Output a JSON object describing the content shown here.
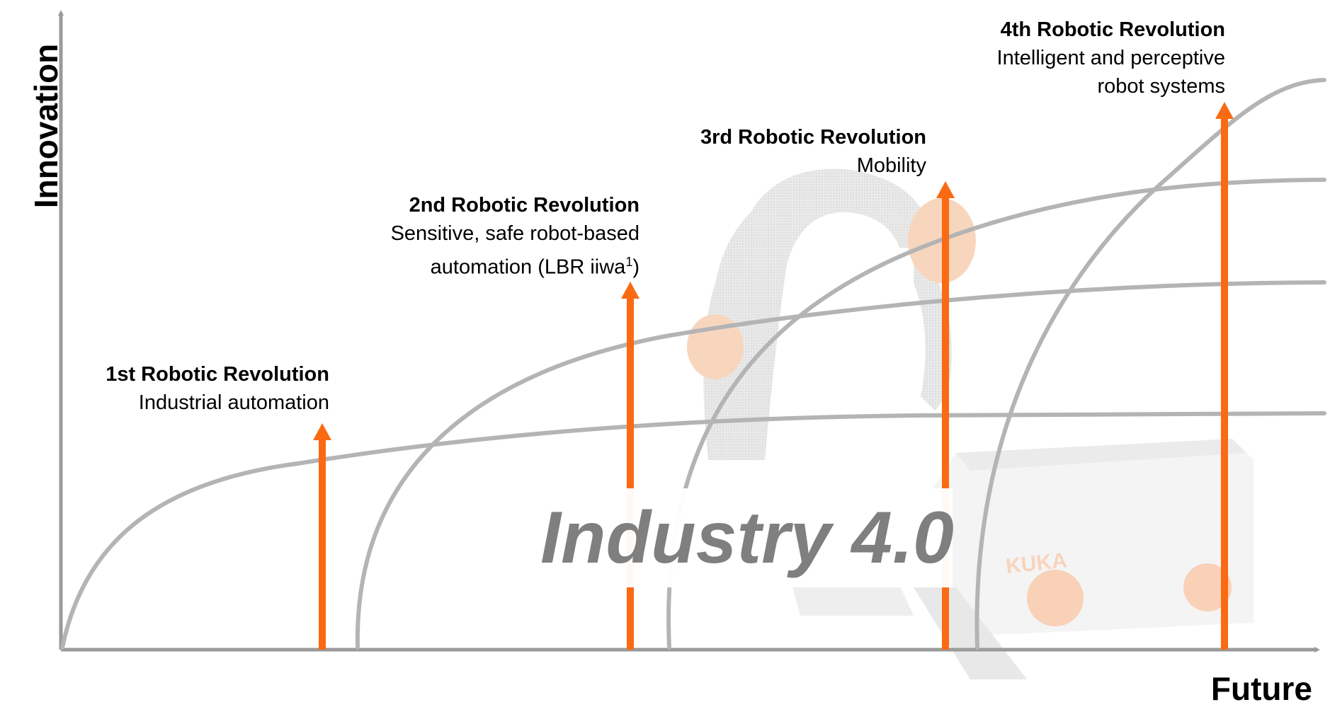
{
  "axes": {
    "y_label": "Innovation",
    "x_label": "Future"
  },
  "revolutions": [
    {
      "title": "1st Robotic Revolution",
      "lines": [
        "Industrial automation"
      ]
    },
    {
      "title": "2nd Robotic Revolution",
      "lines": [
        "Sensitive, safe robot-based",
        "automation (LBR iiwa"
      ],
      "footnote": "1",
      "after_footnote": ")"
    },
    {
      "title": "3rd Robotic Revolution",
      "lines": [
        "Mobility"
      ]
    },
    {
      "title": "4th Robotic Revolution",
      "lines": [
        "Intelligent and perceptive",
        "robot systems"
      ]
    }
  ],
  "center_label": "Industry 4.0",
  "background_image_text": "KUKA",
  "colors": {
    "arrow": "#fa6a12",
    "curve": "#b4b4b4",
    "axis": "#9a9a9a",
    "robot_orange": "#f0a060"
  }
}
